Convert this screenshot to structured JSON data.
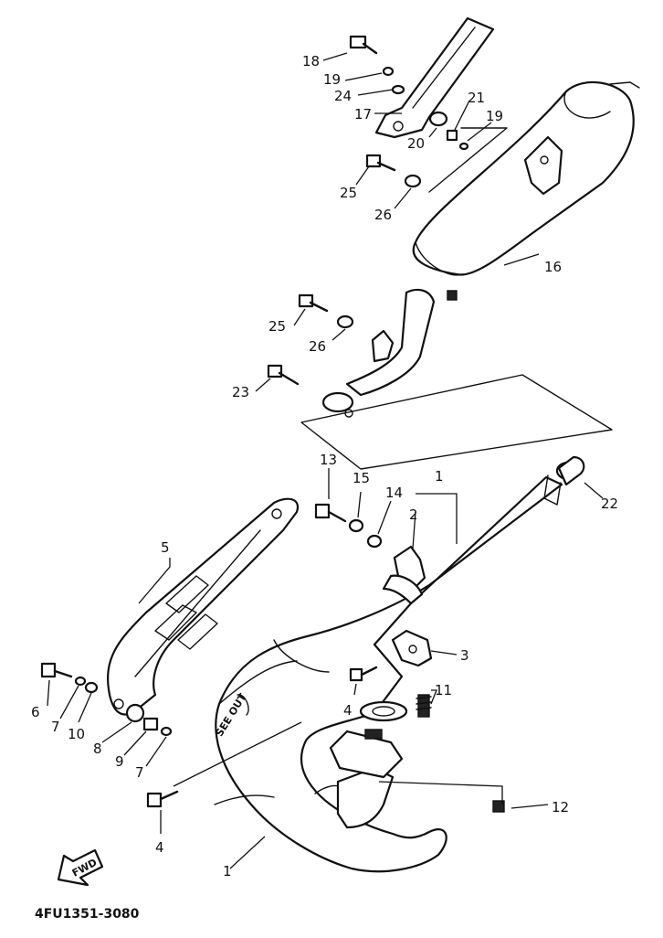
{
  "diagram": {
    "code": "4FU1351-3080",
    "fwd_label": "FWD",
    "callouts": {
      "c1a": "1",
      "c1b": "1",
      "c2": "2",
      "c3": "3",
      "c4a": "4",
      "c4b": "4",
      "c5": "5",
      "c6": "6",
      "c7a": "7",
      "c7b": "7",
      "c8": "8",
      "c9": "9",
      "c10": "10",
      "c11": "11",
      "c12": "12",
      "c13": "13",
      "c14": "14",
      "c15": "15",
      "c16": "16",
      "c17": "17",
      "c18": "18",
      "c19a": "19",
      "c19b": "19",
      "c20": "20",
      "c21": "21",
      "c22": "22",
      "c23": "23",
      "c24": "24",
      "c25a": "25",
      "c25b": "25",
      "c26a": "26",
      "c26b": "26"
    }
  }
}
